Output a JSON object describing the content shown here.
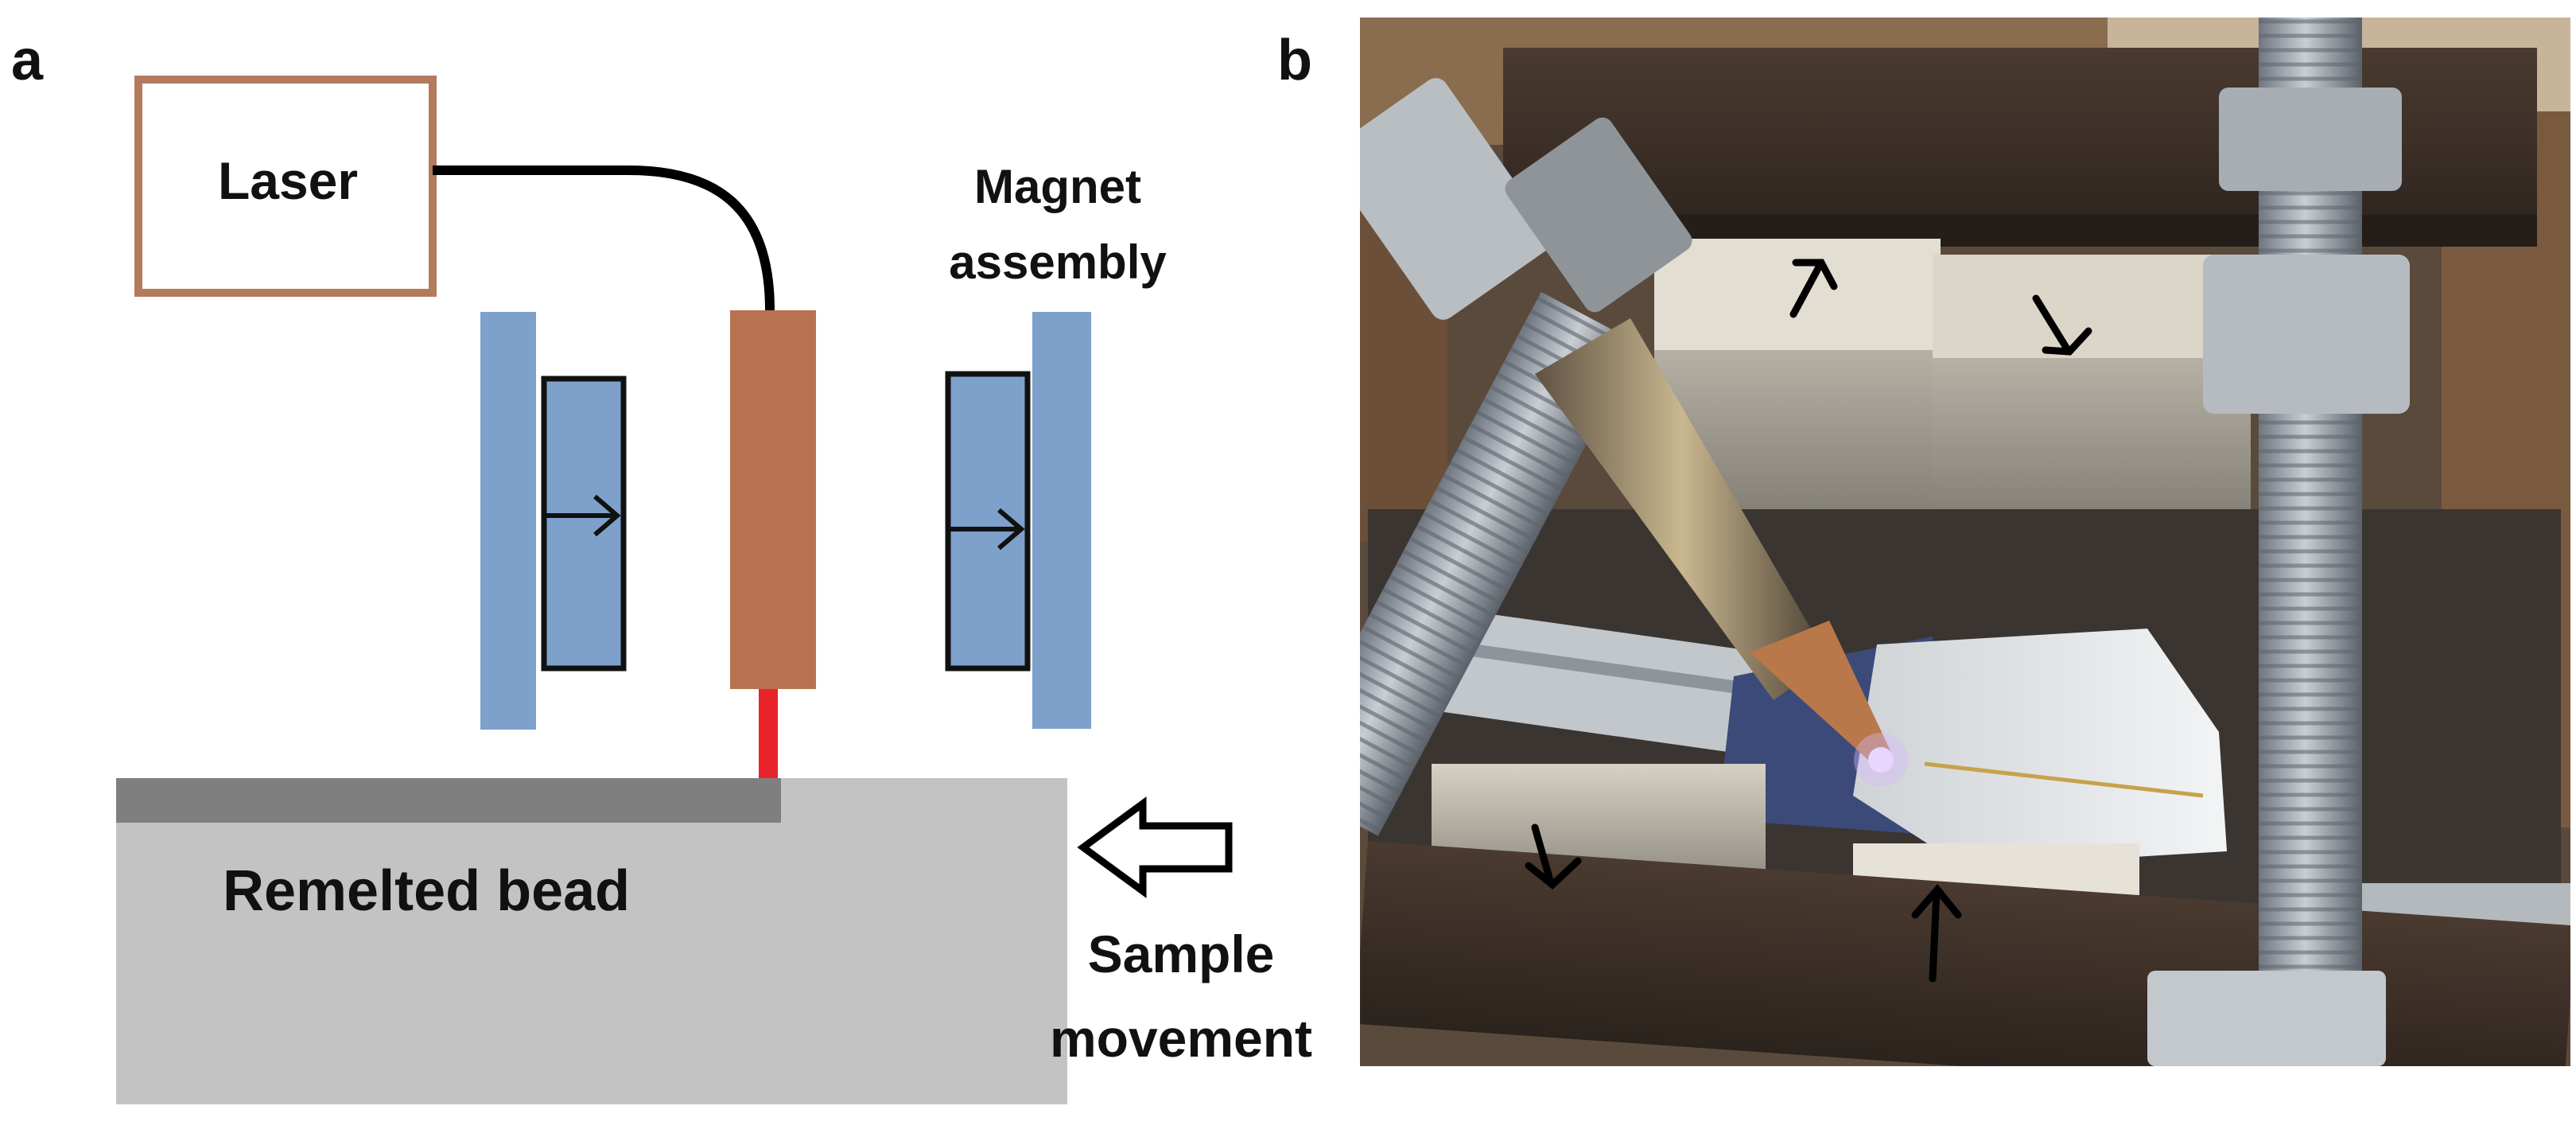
{
  "panels": {
    "a": {
      "label": "a",
      "laser_label": "Laser",
      "magnet_label_line1": "Magnet",
      "magnet_label_line2": "assembly",
      "bead_label": "Remelted bead",
      "movement_label_line1": "Sample",
      "movement_label_line2": "movement"
    },
    "b": {
      "label": "b"
    }
  },
  "colors": {
    "laser_box_stroke": "#b47a5c",
    "nozzle": "#b8724f",
    "magnet_plate": "#7ea1cc",
    "beam": "#e8232a",
    "bead": "#c3c3c3",
    "bead_track": "#7f7f7f",
    "fiber": "#000000"
  },
  "icons": [
    "field-arrow-icon",
    "movement-arrow-icon",
    "photo-arrow-icon"
  ]
}
